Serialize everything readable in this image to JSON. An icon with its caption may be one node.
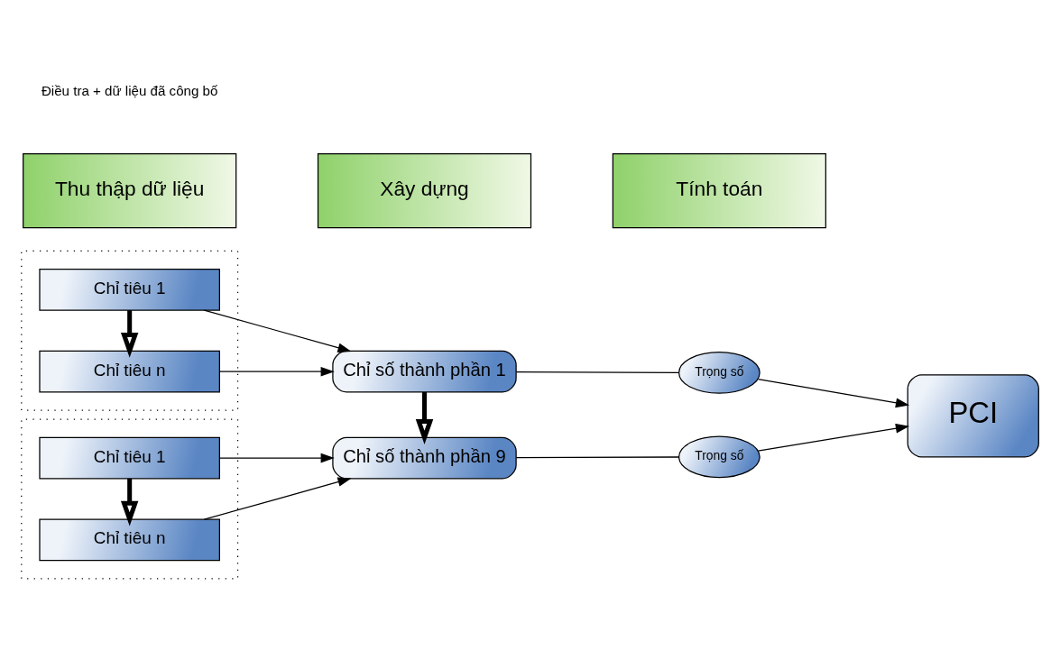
{
  "diagram": {
    "nodes": [
      {
        "text": [
          "Thu thập dữ liệu"
        ]
      },
      {
        "text": [
          "Xây dựng"
        ]
      },
      {
        "text": [
          "Tính toán"
        ]
      },
      {
        "text": [],
        "shape": "box"
      },
      {
        "text": [
          "Chỉ tiêu 1"
        ],
        "in": 3
      },
      {
        "text": [
          "Chỉ tiêu n"
        ],
        "in": 3
      },
      {
        "text": [],
        "shape": "box"
      },
      {
        "text": [
          "Chỉ tiêu 1"
        ],
        "in": 6
      },
      {
        "text": [
          "Chỉ tiêu n"
        ],
        "in": 6
      },
      {
        "text": [
          "Chỉ số thành phần 1"
        ]
      },
      {
        "text": [
          "Chỉ số thành phần 9"
        ]
      },
      {
        "text": [
          "Trọng số"
        ]
      },
      {
        "text": [
          "Trọng số"
        ]
      },
      {
        "text": [
          "PCI"
        ]
      }
    ],
    "edges": [
      {
        "from": 4,
        "to": 5,
        "arrow": "to",
        "style": "thick"
      },
      {
        "from": 4,
        "to": 9,
        "arrow": "to"
      },
      {
        "from": 5,
        "to": 9,
        "arrow": "to"
      },
      {
        "from": 9,
        "to": 10,
        "arrow": "to",
        "style": "thick"
      },
      {
        "from": 7,
        "to": 8,
        "arrow": "to",
        "style": "thick"
      },
      {
        "from": 7,
        "to": 10,
        "arrow": "to"
      },
      {
        "from": 8,
        "to": 10,
        "arrow": "to"
      },
      {
        "from": 9,
        "to": 11,
        "arrow": "none"
      },
      {
        "from": 11,
        "to": 13,
        "arrow": "to"
      },
      {
        "from": 10,
        "to": 12,
        "arrow": "none"
      },
      {
        "from": 12,
        "to": 13,
        "arrow": "to"
      }
    ],
    "labels": [
      "Điều tra + dữ liệu đã công bố"
    ]
  }
}
